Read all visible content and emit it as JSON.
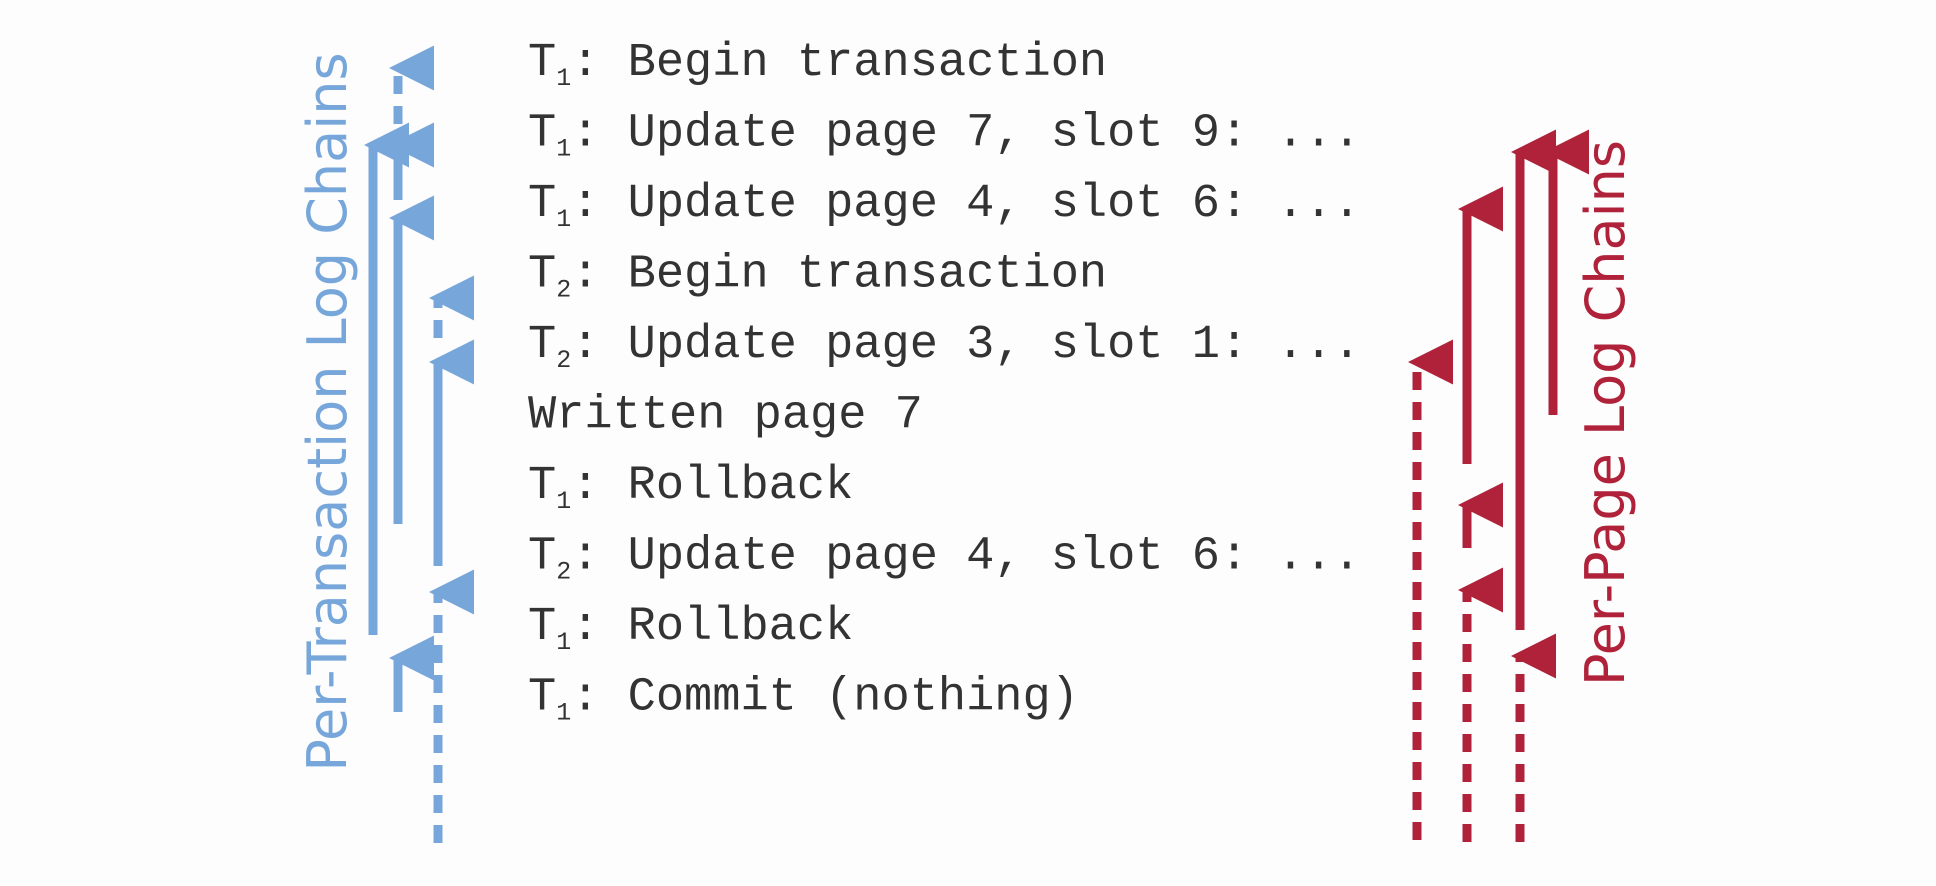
{
  "log_entries": [
    {
      "txn": "T",
      "sub": "1",
      "text": ": Begin transaction"
    },
    {
      "txn": "T",
      "sub": "1",
      "text": ": Update page 7, slot 9: ..."
    },
    {
      "txn": "T",
      "sub": "1",
      "text": ": Update page 4, slot 6: ..."
    },
    {
      "txn": "T",
      "sub": "2",
      "text": ": Begin transaction"
    },
    {
      "txn": "T",
      "sub": "2",
      "text": ": Update page 3, slot 1: ..."
    },
    {
      "txn": "",
      "sub": "",
      "text": "Written page 7"
    },
    {
      "txn": "T",
      "sub": "1",
      "text": ": Rollback"
    },
    {
      "txn": "T",
      "sub": "2",
      "text": ": Update page 4, slot 6: ..."
    },
    {
      "txn": "T",
      "sub": "1",
      "text": ": Rollback"
    },
    {
      "txn": "T",
      "sub": "1",
      "text": ": Commit (nothing)"
    }
  ],
  "labels": {
    "per_transaction": "Per-Transaction Log Chains",
    "per_page": "Per-Page Log Chains"
  },
  "colors": {
    "text": "#333333",
    "per_transaction": "#77a7da",
    "per_page": "#b0213a"
  }
}
